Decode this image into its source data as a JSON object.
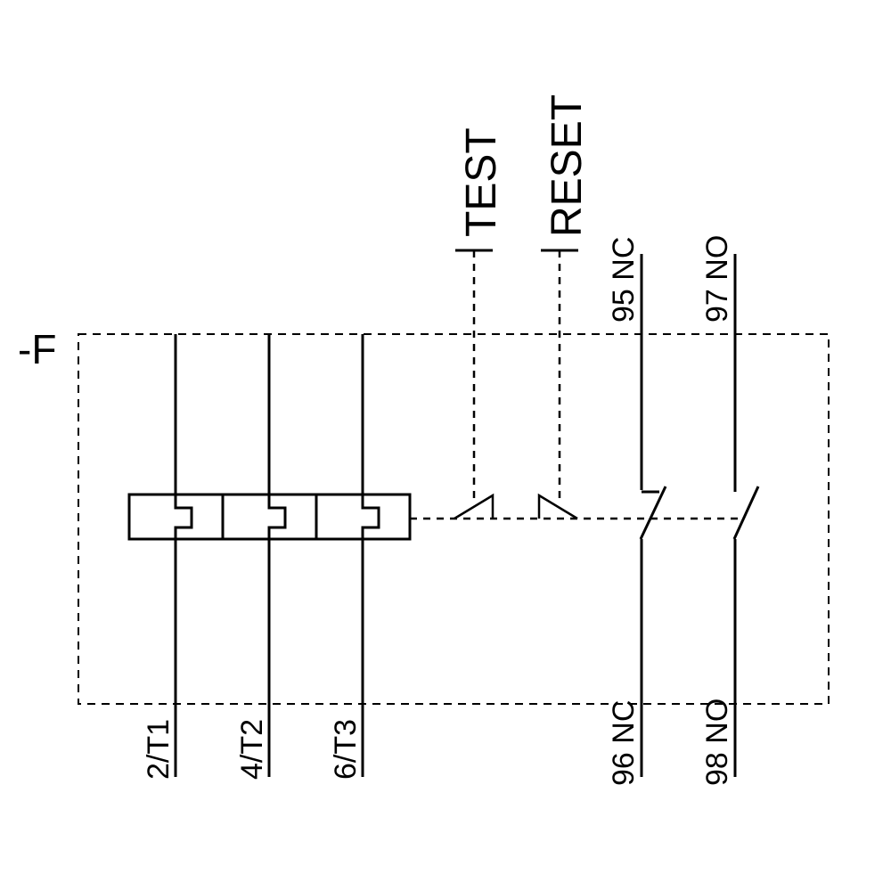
{
  "diagram": {
    "device_label": "-F",
    "controls": {
      "test_label": "TEST",
      "reset_label": "RESET"
    },
    "main_terminals": [
      {
        "label": "2/T1"
      },
      {
        "label": "4/T2"
      },
      {
        "label": "6/T3"
      }
    ],
    "aux_contacts": [
      {
        "type": "NC",
        "top_label": "95 NC",
        "bottom_label": "96 NC"
      },
      {
        "type": "NO",
        "top_label": "97 NO",
        "bottom_label": "98 NO"
      }
    ],
    "colors": {
      "line": "#000000",
      "background": "#ffffff"
    }
  }
}
